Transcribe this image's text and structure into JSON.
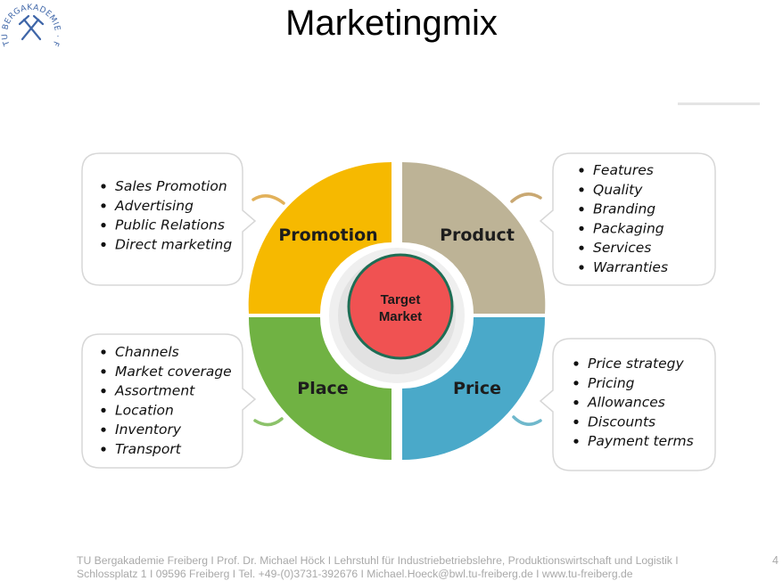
{
  "slide": {
    "title": "Marketingmix",
    "page_number": "4",
    "logo_text": "TU BERGAKADEMIE · FREIBERG ·",
    "footer_line1": "TU Bergakademie Freiberg I Prof. Dr. Michael Höck I  Lehrstuhl für Industriebetriebslehre, Produktionswirtschaft und Logistik I",
    "footer_line2": "Schlossplatz 1 I 09596 Freiberg I Tel. +49-(0)3731-392676 I Michael.Hoeck@bwl.tu-freiberg.de I www.tu-freiberg.de"
  },
  "diagram": {
    "center": {
      "line1": "Target",
      "line2": "Market",
      "color": "#f05252"
    },
    "segments": {
      "promotion": {
        "label": "Promotion",
        "color": "#f6b900"
      },
      "product": {
        "label": "Product",
        "color": "#bdb396"
      },
      "place": {
        "label": "Place",
        "color": "#70b243"
      },
      "price": {
        "label": "Price",
        "color": "#4aa9c9"
      }
    },
    "boxes": {
      "promotion": [
        "Sales Promotion",
        "Advertising",
        "Public Relations",
        "Direct marketing"
      ],
      "product": [
        "Features",
        "Quality",
        "Branding",
        "Packaging",
        "Services",
        "Warranties"
      ],
      "place": [
        "Channels",
        "Market coverage",
        "Assortment",
        "Location",
        "Inventory",
        "Transport"
      ],
      "price": [
        "Price strategy",
        "Pricing",
        "Allowances",
        "Discounts",
        "Payment terms"
      ]
    }
  }
}
